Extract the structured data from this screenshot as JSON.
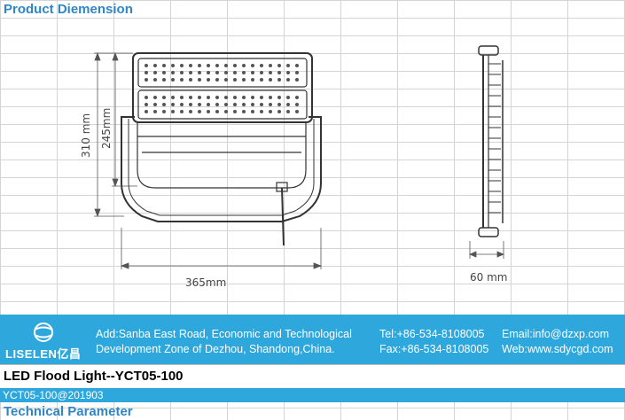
{
  "sections": {
    "dimension_title": "Product Diemension",
    "technical_title": "Technical Parameter"
  },
  "dimensions": {
    "total_height": "310 mm",
    "body_height": "245mm",
    "width": "365mm",
    "depth": "60 mm"
  },
  "company": {
    "logo_text": "LISELEN亿昌",
    "address_line1": "Add:Sanba East Road, Economic and Technological",
    "address_line2": "Development Zone of Dezhou, Shandong,China.",
    "tel": "Tel:+86-534-8108005",
    "fax": "Fax:+86-534-8108005",
    "email": "Email:info@dzxp.com",
    "web": "Web:www.sdycgd.com"
  },
  "product": {
    "title": "LED Flood Light--YCT05-100",
    "code": "YCT05-100@201903"
  },
  "colors": {
    "accent": "#2ea7dc",
    "heading": "#2f86c6"
  }
}
